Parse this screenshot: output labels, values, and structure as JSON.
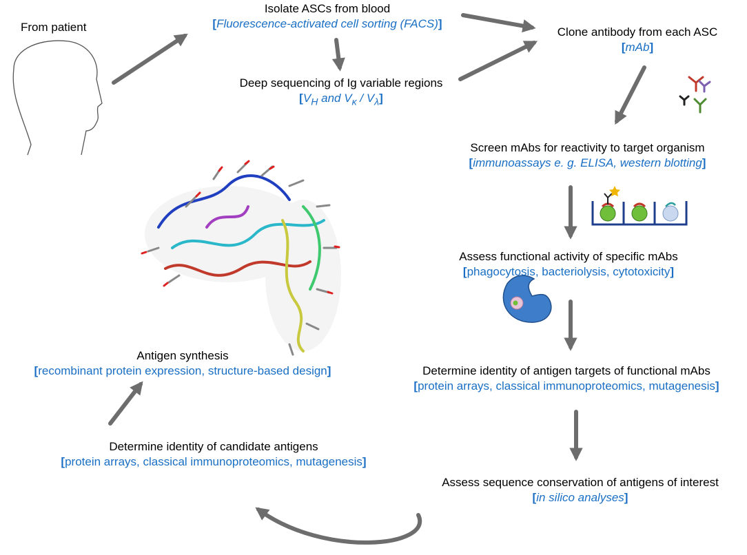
{
  "colors": {
    "arrow": "#6d6d6d",
    "title_text": "#000000",
    "method_text": "#1a6fc4"
  },
  "patient": {
    "label": "From patient",
    "icon": "head-profile-icon"
  },
  "steps": {
    "isolate": {
      "title": "Isolate ASCs from blood",
      "method": "Fluorescence-activated cell sorting (FACS)"
    },
    "sequence": {
      "title": "Deep sequencing of Ig variable regions",
      "method_vh": "V",
      "method_vh_sub": "H",
      "method_mid": " and V",
      "method_vk_sub": "κ",
      "method_sep": " / V",
      "method_vl_sub": "λ"
    },
    "clone": {
      "title": "Clone antibody from each ASC",
      "method": "mAb"
    },
    "screen": {
      "title": "Screen mAbs for reactivity to target organism",
      "method": "immunoassays e. g. ELISA, western blotting"
    },
    "assess": {
      "title": "Assess functional activity of specific mAbs",
      "method": "phagocytosis, bacteriolysis, cytotoxicity"
    },
    "identity_targets": {
      "title": "Determine identity of antigen targets of functional mAbs",
      "method": "protein arrays, classical immunoproteomics, mutagenesis"
    },
    "conservation": {
      "title": "Assess sequence conservation of antigens of interest",
      "method": "in silico analyses"
    },
    "candidates": {
      "title": "Determine identity of candidate antigens",
      "method": "protein arrays, classical immunoproteomics, mutagenesis"
    },
    "synthesis": {
      "title": "Antigen synthesis",
      "method": "recombinant protein expression, structure-based design"
    }
  },
  "brackets": {
    "open": "[",
    "close": "]"
  },
  "icons": [
    "antibody-icons",
    "elisa-wells-icon",
    "phagocyte-icon",
    "protein-structure-icon"
  ]
}
